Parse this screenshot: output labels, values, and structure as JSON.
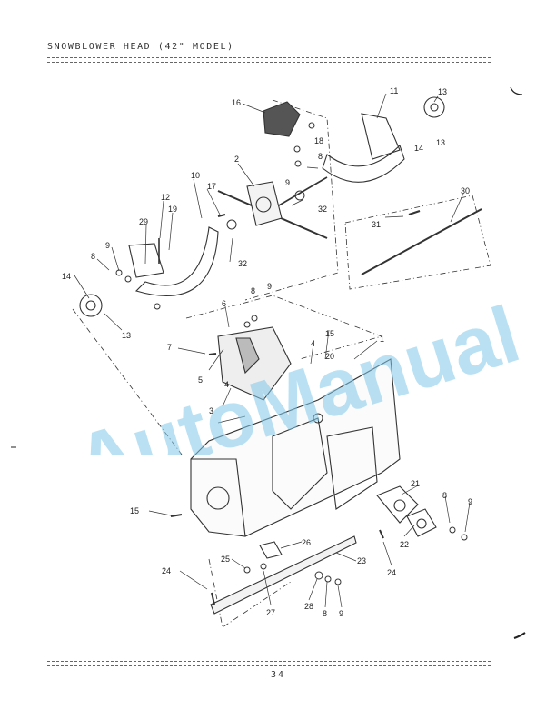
{
  "header": {
    "title": "SNOWBLOWER HEAD (42\" MODEL)"
  },
  "watermark": {
    "text": "AutoManual",
    "color": "#7fc8ea"
  },
  "footer": {
    "page_number": "34"
  },
  "callouts": {
    "c1": "1",
    "c2": "2",
    "c3": "3",
    "c4a": "4",
    "c4b": "4",
    "c5": "5",
    "c6": "6",
    "c7": "7",
    "c8a": "8",
    "c8b": "8",
    "c8c": "8",
    "c8d": "8",
    "c8e": "8",
    "c9a": "9",
    "c9b": "9",
    "c9c": "9",
    "c9d": "9",
    "c9e": "9",
    "c10": "10",
    "c11": "11",
    "c12": "12",
    "c13a": "13",
    "c13b": "13",
    "c14a": "14",
    "c14b": "14",
    "c15a": "15",
    "c15b": "15",
    "c16": "16",
    "c17": "17",
    "c18": "18",
    "c19": "19",
    "c20": "20",
    "c21": "21",
    "c22": "22",
    "c23": "23",
    "c24a": "24",
    "c24b": "24",
    "c25": "25",
    "c26": "26",
    "c27": "27",
    "c28": "28",
    "c29": "29",
    "c30": "30",
    "c31": "31",
    "c32a": "32",
    "c32b": "32"
  }
}
